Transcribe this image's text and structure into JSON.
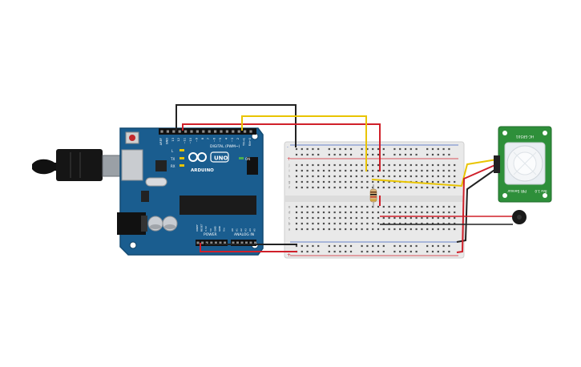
{
  "scene": {
    "background": "#ffffff",
    "board_color": "#1a5d8f",
    "breadboard_color": "#e9e9e9",
    "wire_colors": {
      "ground": "#222222",
      "power": "#d0202a",
      "signal": "#e9c400"
    },
    "sensor_board_color": "#2e8f3a"
  },
  "arduino": {
    "brand": "ARDUINO",
    "model": "UNO",
    "digital_label": "DIGITAL (PWM~)",
    "power_label": "POWER",
    "analog_label": "ANALOG IN",
    "on_label": "ON",
    "top_pins": [
      "AREF",
      "GND",
      "13",
      "12",
      "~11",
      "~10",
      "~9",
      "8",
      "7",
      "~6",
      "~5",
      "4",
      "~3",
      "2",
      "TX→1",
      "RX←0"
    ],
    "power_pins": [
      "IOREF",
      "RESET",
      "3.3V",
      "5V",
      "GND",
      "GND",
      "Vin"
    ],
    "analog_pins": [
      "A0",
      "A1",
      "A2",
      "A3",
      "A4",
      "A5"
    ],
    "side_leds": [
      "L",
      "TX",
      "RX"
    ]
  },
  "breadboard": {
    "rail_plus": "+",
    "rail_minus": "-",
    "row_letters_top": [
      "j",
      "i",
      "h",
      "g",
      "f"
    ],
    "row_letters_bottom": [
      "e",
      "d",
      "c",
      "b",
      "a"
    ],
    "columns": 30
  },
  "pir_sensor": {
    "top_label": "HC-SR501",
    "bottom_label": "PIR Sensor",
    "rev_label": "Rev 1.0"
  },
  "components": [
    "resistor",
    "piezo-buzzer"
  ]
}
